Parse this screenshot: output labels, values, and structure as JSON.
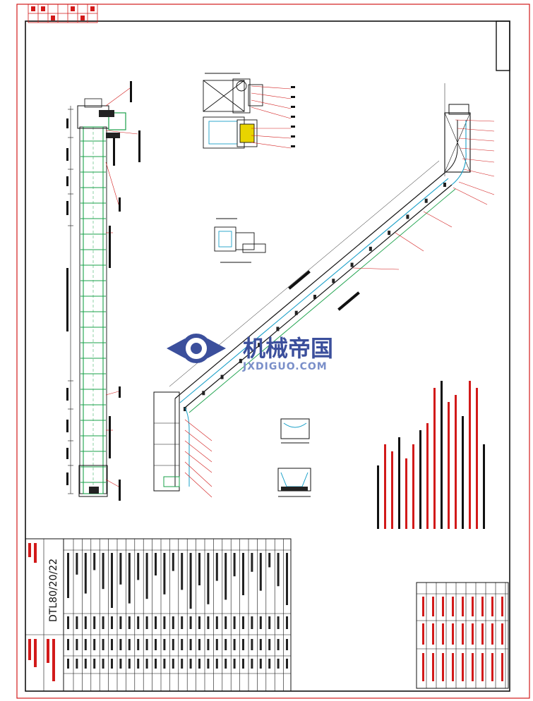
{
  "drawing": {
    "model_code": "DTL80/20/22",
    "watermark_cn": "机械帝国",
    "watermark_url": "JXDIGUO.COM"
  },
  "colors": {
    "frame": "#d21a1a",
    "line": "#111111",
    "belt": "#1aa14a",
    "idler": "#1aa0c8",
    "leader": "#d21a1a",
    "watermark": "#3b4f9c",
    "watermark_url": "#7a8fc9"
  },
  "icons": {
    "logo": "gear-winged-logo-icon"
  }
}
